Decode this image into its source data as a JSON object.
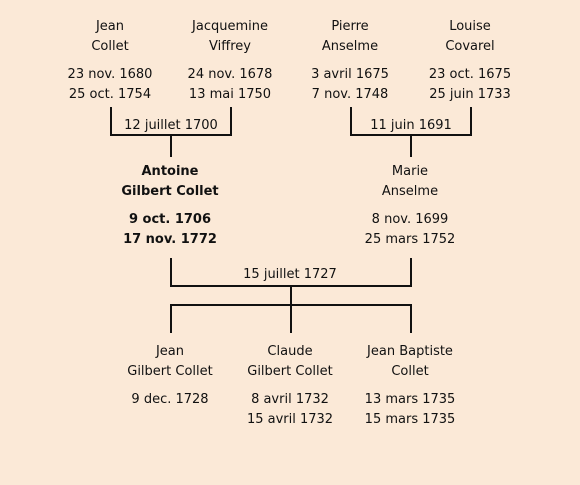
{
  "grandparents": [
    {
      "first": "Jean",
      "last": "Collet",
      "born": "23 nov. 1680",
      "died": "25 oct. 1754"
    },
    {
      "first": "Jacquemine",
      "last": "Viffrey",
      "born": "24 nov. 1678",
      "died": "13 mai 1750"
    },
    {
      "first": "Pierre",
      "last": "Anselme",
      "born": "3 avril 1675",
      "died": "7 nov. 1748"
    },
    {
      "first": "Louise",
      "last": "Covarel",
      "born": "23 oct. 1675",
      "died": "25 juin 1733"
    }
  ],
  "marriages": {
    "collet": "12 juillet 1700",
    "anselme": "11 juin 1691",
    "parents": "15 juillet 1727"
  },
  "parents": [
    {
      "first": "Antoine",
      "last": "Gilbert Collet",
      "born": "9 oct. 1706",
      "died": "17 nov. 1772"
    },
    {
      "first": "Marie",
      "last": "Anselme",
      "born": "8 nov. 1699",
      "died": "25 mars 1752"
    }
  ],
  "children": [
    {
      "first": "Jean",
      "last": "Gilbert Collet",
      "born": "9 dec. 1728",
      "died": ""
    },
    {
      "first": "Claude",
      "last": "Gilbert Collet",
      "born": "8 avril 1732",
      "died": "15 avril 1732"
    },
    {
      "first": "Jean Baptiste",
      "last": "Collet",
      "born": "13 mars 1735",
      "died": "15 mars 1735"
    }
  ]
}
